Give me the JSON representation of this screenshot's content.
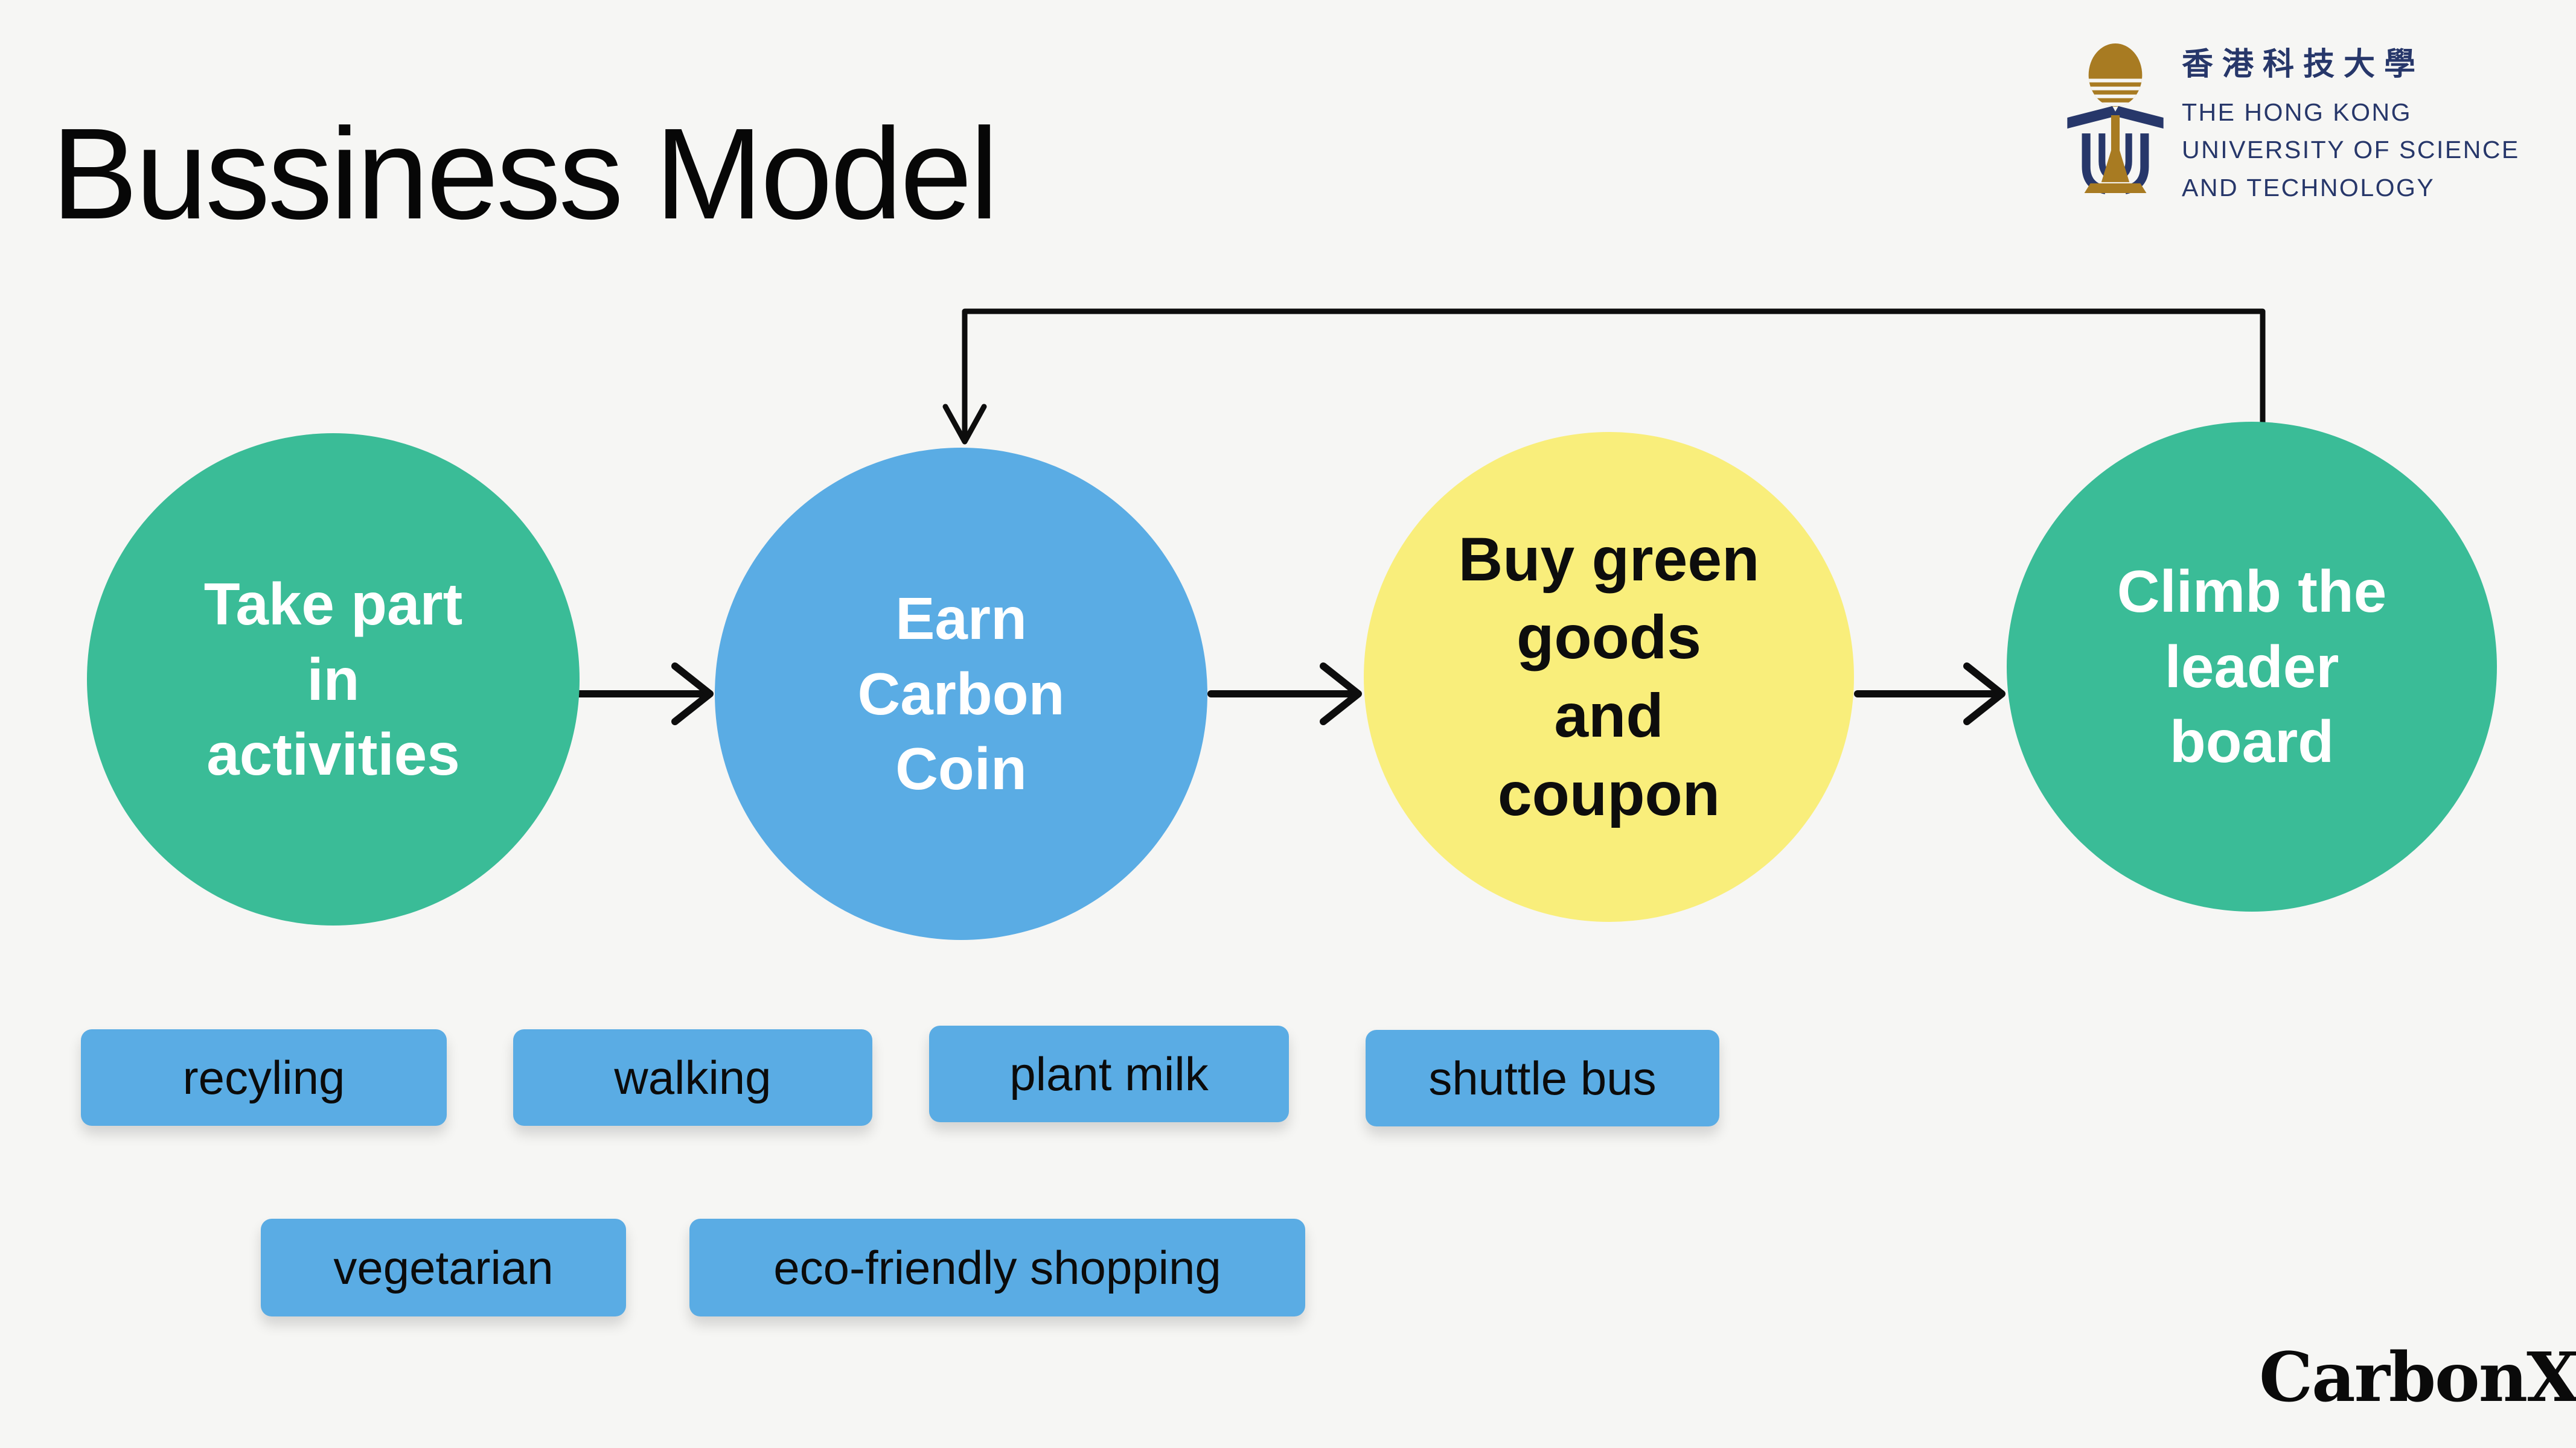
{
  "page": {
    "title": "Bussiness Model"
  },
  "colors": {
    "bg": "#f6f6f4",
    "green": "#3abc97",
    "blue": "#5aace4",
    "yellow": "#f9ee7b",
    "ink": "#0d0d0d",
    "navy": "#27376a",
    "gold": "#a87b22"
  },
  "university_logo": {
    "chinese": "香港科技大學",
    "line1": "THE HONG KONG",
    "line2": "UNIVERSITY OF SCIENCE",
    "line3": "AND TECHNOLOGY"
  },
  "flow": {
    "steps": [
      {
        "lines": [
          "Take part",
          "in",
          "activities"
        ]
      },
      {
        "lines": [
          "Earn",
          "Carbon",
          "Coin"
        ]
      },
      {
        "lines": [
          "Buy green",
          "goods",
          "and",
          "coupon"
        ]
      },
      {
        "lines": [
          "Climb the",
          "leader",
          "board"
        ]
      }
    ]
  },
  "tags": {
    "row1": [
      "recyling",
      "walking",
      "plant milk",
      "shuttle bus"
    ],
    "row2": [
      "vegetarian",
      "eco-friendly shopping"
    ]
  },
  "brand": {
    "logo_text": "CarbonX"
  }
}
